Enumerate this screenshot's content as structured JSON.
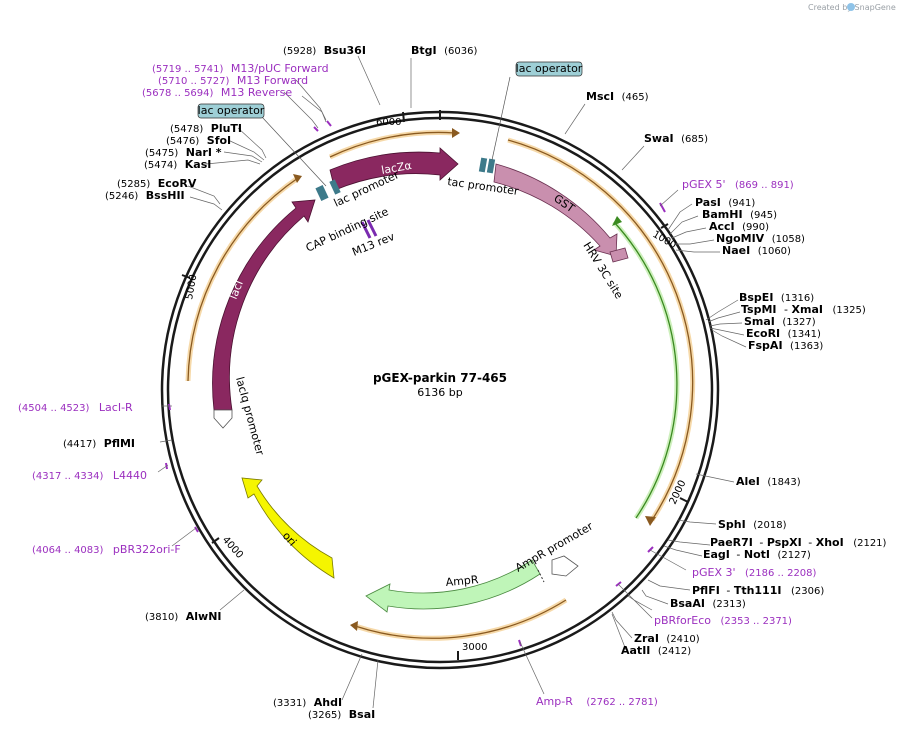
{
  "credit": "Created by SnapGene",
  "plasmid": {
    "name": "pGEX-parkin 77-465",
    "length": "6136 bp"
  },
  "ticks": [
    "1000",
    "2000",
    "3000",
    "4000",
    "5000",
    "6000"
  ],
  "features": {
    "lacZa": "lacZα",
    "lacI": "lacI",
    "gst": "GST",
    "ori": "ori",
    "ampr": "AmpR",
    "ampr_promoter": "AmpR promoter",
    "lac_promoter": "lac promoter",
    "cap_site": "CAP binding site",
    "m13_rev": "M13 rev",
    "tac_promoter": "tac promoter",
    "hrv3c": "HRV 3C site",
    "laciq_promoter": "lacIq promoter",
    "lac_operator_1": "lac operator",
    "lac_operator_2": "lac operator"
  },
  "sites": {
    "bsu36i": {
      "pos": "(5928)",
      "name": "Bsu36I"
    },
    "btgi": {
      "pos": "(6036)",
      "name": "BtgI"
    },
    "msci": {
      "name": "MscI",
      "pos": "(465)"
    },
    "swai": {
      "name": "SwaI",
      "pos": "(685)"
    },
    "pasi": {
      "name": "PasI",
      "pos": "(941)"
    },
    "bamhi": {
      "name": "BamHI",
      "pos": "(945)"
    },
    "acci": {
      "name": "AccI",
      "pos": "(990)"
    },
    "ngomiv": {
      "name": "NgoMIV",
      "pos": "(1058)"
    },
    "naei": {
      "name": "NaeI",
      "pos": "(1060)"
    },
    "bspei": {
      "name": "BspEI",
      "pos": "(1316)"
    },
    "tspmi": {
      "name": "TspMI",
      "sep": "-",
      "name2": "XmaI",
      "pos": "(1325)"
    },
    "smai": {
      "name": "SmaI",
      "pos": "(1327)"
    },
    "ecori": {
      "name": "EcoRI",
      "pos": "(1341)"
    },
    "fspai": {
      "name": "FspAI",
      "pos": "(1363)"
    },
    "alei": {
      "name": "AleI",
      "pos": "(1843)"
    },
    "sphi": {
      "name": "SphI",
      "pos": "(2018)"
    },
    "paer7i": {
      "name": "PaeR7I",
      "sep1": "-",
      "name2": "PspXI",
      "sep2": "-",
      "name3": "XhoI",
      "pos": "(2121)"
    },
    "eagi": {
      "name": "EagI",
      "sep": "-",
      "name2": "NotI",
      "pos": "(2127)"
    },
    "pflfi": {
      "name": "PflFI",
      "sep": "-",
      "name2": "Tth111I",
      "pos": "(2306)"
    },
    "bsaai": {
      "name": "BsaAI",
      "pos": "(2313)"
    },
    "zrai": {
      "name": "ZraI",
      "pos": "(2410)"
    },
    "aatii": {
      "name": "AatII",
      "pos": "(2412)"
    },
    "ahdi": {
      "pos": "(3331)",
      "name": "AhdI"
    },
    "bsai": {
      "pos": "(3265)",
      "name": "BsaI"
    },
    "alwni": {
      "pos": "(3810)",
      "name": "AlwNI"
    },
    "pflmi": {
      "pos": "(4417)",
      "name": "PflMI"
    },
    "ecorv": {
      "pos": "(5285)",
      "name": "EcoRV"
    },
    "bsshii": {
      "pos": "(5246)",
      "name": "BssHII"
    },
    "pluti": {
      "pos": "(5478)",
      "name": "PluTI"
    },
    "sfoi": {
      "pos": "(5476)",
      "name": "SfoI"
    },
    "nari": {
      "pos": "(5475)",
      "name": "NarI *"
    },
    "kasi": {
      "pos": "(5474)",
      "name": "KasI"
    }
  },
  "primers": {
    "m13puc": {
      "range": "(5719 .. 5741)",
      "name": "M13/pUC Forward"
    },
    "m13fwd": {
      "range": "(5710 .. 5727)",
      "name": "M13 Forward"
    },
    "m13rev": {
      "range": "(5678 .. 5694)",
      "name": "M13 Reverse"
    },
    "pgex5": {
      "name": "pGEX 5'",
      "range": "(869 .. 891)"
    },
    "pgex3": {
      "name": "pGEX 3'",
      "range": "(2186 .. 2208)"
    },
    "pbrforeco": {
      "name": "pBRforEco",
      "range": "(2353 .. 2371)"
    },
    "ampr_p": {
      "name": "Amp-R",
      "range": "(2762 .. 2781)"
    },
    "laci_r": {
      "range": "(4504 .. 4523)",
      "name": "LacI-R"
    },
    "l4440": {
      "range": "(4317 .. 4334)",
      "name": "L4440"
    },
    "pbr322": {
      "range": "(4064 .. 4083)",
      "name": "pBR322ori-F"
    }
  },
  "colors": {
    "backbone": "#1a1a1a",
    "lacZa": "#8a2860",
    "lacI": "#8a2860",
    "gst": "#c98fae",
    "ori": "#f5f500",
    "ampr": "#bff5b8",
    "orf_orange": "#f0b050",
    "orf_green": "#6cc040",
    "primer": "#9b2fbf",
    "operator": "#9ecfd6"
  }
}
